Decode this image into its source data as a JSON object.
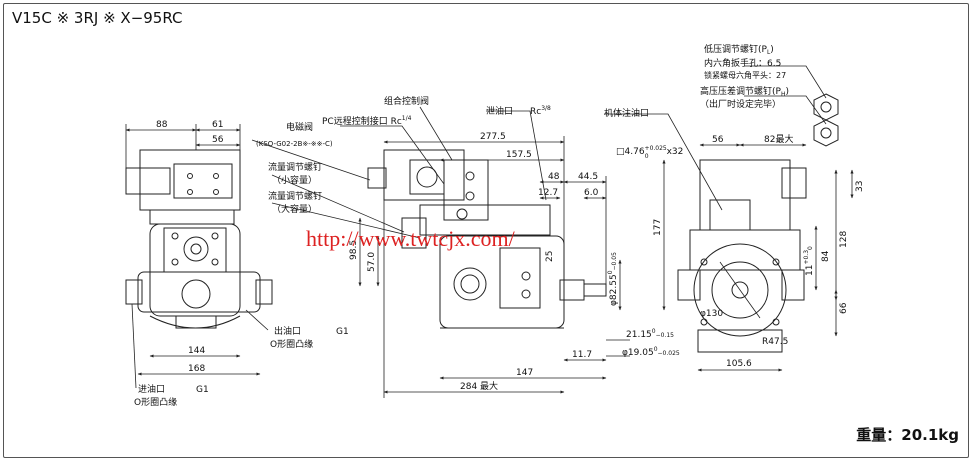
{
  "title": "V15C ※ 3RJ ※ X−95RC",
  "weight_label": "重量：20.1kg",
  "watermark": "http://www.twtcjx.com/",
  "labels": {
    "low_pressure_screw": "低压调节螺钉(P",
    "low_pressure_sub": "L",
    "hex_wrench": "内六角扳手孔：6.5",
    "lock_nut": "锁紧螺母六角平头：27",
    "high_pressure_screw": "高压压差调节螺钉(P",
    "high_pressure_sub": "H",
    "factory_set": "（出厂时设定完毕）",
    "combo_valve": "组合控制阀",
    "pc_remote_port": "PC远程控制接口 Rc",
    "pc_remote_frac": "1/4",
    "drain_port": "泄油口",
    "drain_rc": "Rc",
    "drain_frac": "3/8",
    "body_fill_port": "机体注油口",
    "solenoid_valve": "电磁阀",
    "solenoid_model": "(KSO-G02-2B※-※※-C)",
    "flow_screw_small": "流量调节螺钉",
    "small_cap": "（小容量）",
    "flow_screw_large": "流量调节螺钉",
    "large_cap": "（大容量）",
    "outlet_port": "出油口",
    "outlet_g": "G1",
    "o_ring_flange": "O形圈凸缘",
    "inlet_port": "进油口",
    "inlet_g": "G1",
    "inlet_o_ring": "O形圈凸缘",
    "key": "□4.76",
    "key_tol_up": "+0.025",
    "key_tol_lo": "0",
    "key_len": "x32"
  },
  "dims": {
    "d88": "88",
    "d61": "61",
    "d56a": "56",
    "d144": "144",
    "d168": "168",
    "d277_5": "277.5",
    "d157_5": "157.5",
    "d48": "48",
    "d44_5": "44.5",
    "d12_7": "12.7",
    "d6_0": "6.0",
    "d98_5": "98.5",
    "d57_0": "57.0",
    "d25": "25",
    "d82_55": "φ82.55",
    "d82_tol_a": "0",
    "d82_tol_b": "−0.05",
    "d21_15": "21.15",
    "d21_tol_a": "0",
    "d21_tol_b": "−0.15",
    "d19_05": "φ19.05",
    "d19_tol_a": "0",
    "d19_tol_b": "−0.025",
    "d11_7": "11.7",
    "d147": "147",
    "d284": "284 最大",
    "d56b": "56",
    "d82max": "82最大",
    "d177": "177",
    "d128": "128",
    "d84": "84",
    "d33": "33",
    "d11": "11",
    "d11_tol_a": "+0.3",
    "d11_tol_b": "0",
    "d66": "66",
    "d130": "φ130",
    "dR47_5": "R47.5",
    "d105_6": "105.6"
  },
  "colors": {
    "line": "#222222",
    "watermark": "#dd2222"
  }
}
